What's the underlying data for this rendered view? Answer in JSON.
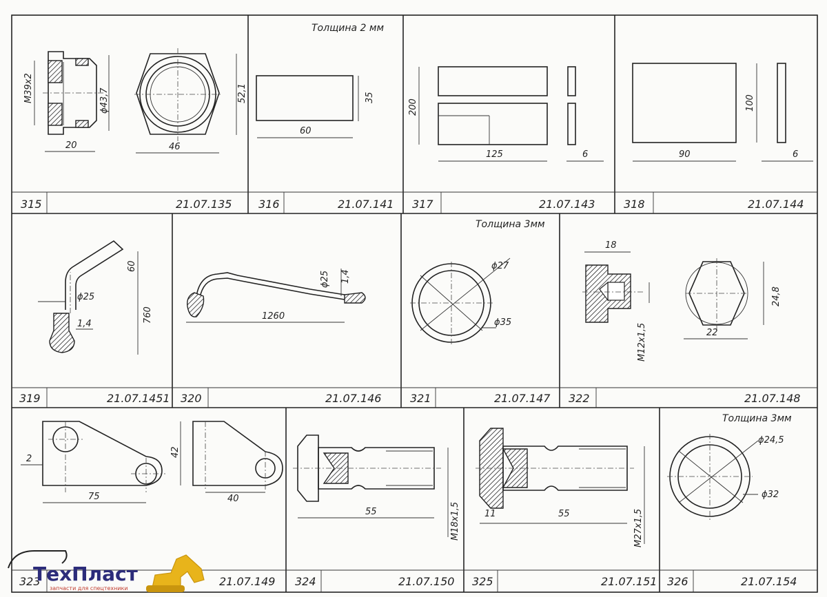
{
  "sheet": {
    "cells": [
      {
        "no": "315",
        "code": "21.07.135",
        "note": "",
        "dims": [
          "M39x2",
          "ϕ43,7",
          "52,1",
          "20",
          "46"
        ]
      },
      {
        "no": "316",
        "code": "21.07.141",
        "note": "Толщина 2 мм",
        "dims": [
          "35",
          "60"
        ]
      },
      {
        "no": "317",
        "code": "21.07.143",
        "note": "",
        "dims": [
          "200",
          "125",
          "6"
        ]
      },
      {
        "no": "318",
        "code": "21.07.144",
        "note": "",
        "dims": [
          "100",
          "90",
          "6"
        ]
      },
      {
        "no": "319",
        "code": "21.07.1451",
        "note": "",
        "dims": [
          "60",
          "ϕ25",
          "760",
          "1,4"
        ]
      },
      {
        "no": "320",
        "code": "21.07.146",
        "note": "",
        "dims": [
          "ϕ25",
          "1,4",
          "1260"
        ]
      },
      {
        "no": "321",
        "code": "21.07.147",
        "note": "Толщина 3мм",
        "dims": [
          "ϕ27",
          "ϕ35"
        ]
      },
      {
        "no": "322",
        "code": "21.07.148",
        "note": "",
        "dims": [
          "18",
          "24,8",
          "M12x1,5",
          "22"
        ]
      },
      {
        "no": "323",
        "code": "21.07.149",
        "note": "",
        "dims": [
          "2",
          "75",
          "42",
          "40"
        ]
      },
      {
        "no": "324",
        "code": "21.07.150",
        "note": "",
        "dims": [
          "55",
          "M18x1,5"
        ]
      },
      {
        "no": "325",
        "code": "21.07.151",
        "note": "",
        "dims": [
          "11",
          "55",
          "M27x1,5"
        ]
      },
      {
        "no": "326",
        "code": "21.07.154",
        "note": "Толщина 3мм",
        "dims": [
          "ϕ24,5",
          "ϕ32"
        ]
      }
    ]
  },
  "logo": {
    "name": "ТехПласт",
    "tagline": "запчасти для спецтехники",
    "colors": {
      "text": "#2c2c7a",
      "accent": "#e8b41b"
    }
  }
}
